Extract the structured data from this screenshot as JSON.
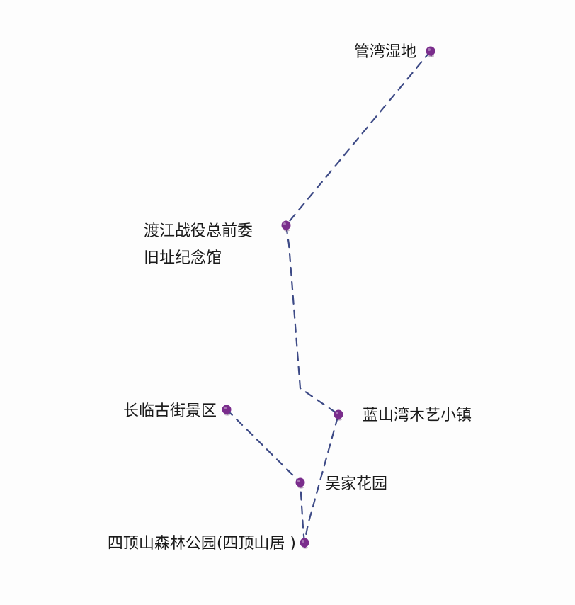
{
  "map": {
    "pin_color": "#7a2d8c",
    "route_color": "#3d4a86",
    "route_style": "dashed",
    "places": [
      {
        "id": "guanwan",
        "label_lines": [
          "管湾湿地"
        ]
      },
      {
        "id": "dujiang",
        "label_lines": [
          "渡江战役总前委",
          "旧址纪念馆"
        ]
      },
      {
        "id": "lanshanwan",
        "label_lines": [
          "蓝山湾木艺小镇"
        ]
      },
      {
        "id": "changlin",
        "label_lines": [
          "长临古街景区"
        ]
      },
      {
        "id": "wujia",
        "label_lines": [
          "吴家花园"
        ]
      },
      {
        "id": "sidingshan",
        "label_lines": [
          "四顶山森林公园(四顶山居 )"
        ]
      }
    ],
    "routes": [
      [
        "guanwan",
        "dujiang",
        "lanshanwan",
        "sidingshan"
      ],
      [
        "changlin",
        "wujia",
        "sidingshan"
      ]
    ]
  }
}
